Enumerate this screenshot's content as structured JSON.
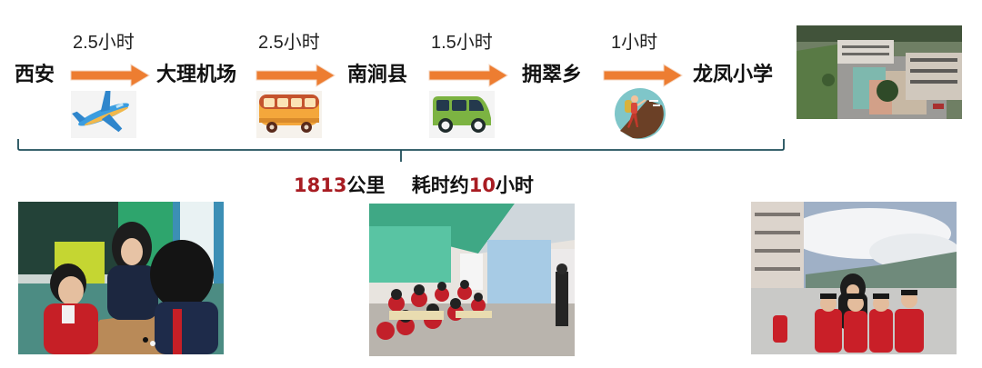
{
  "route": {
    "places": [
      "西安",
      "大理机场",
      "南涧县",
      "拥翠乡",
      "龙凤小学"
    ],
    "legs": [
      {
        "time": "2.5小时",
        "mode": "airplane-icon"
      },
      {
        "time": "2.5小时",
        "mode": "bus-icon"
      },
      {
        "time": "1.5小时",
        "mode": "van-icon"
      },
      {
        "time": "1小时",
        "mode": "hiker-icon"
      }
    ],
    "arrow_color": "#ed7d31",
    "brace_color": "#1f4e5a"
  },
  "summary": {
    "distance_value": "1813",
    "distance_unit": "公里",
    "duration_prefix": "耗时约",
    "duration_value": "10",
    "duration_unit": "小时",
    "highlight_color": "#a81c22"
  },
  "photos": [
    {
      "name": "school-aerial-photo",
      "description": "Aerial view of school buildings and courtyard"
    },
    {
      "name": "teacher-students-go-photo",
      "description": "Teacher playing Go with students"
    },
    {
      "name": "classroom-photo",
      "description": "Classroom full of students"
    },
    {
      "name": "group-photo",
      "description": "Teacher with students in red jackets outdoors"
    }
  ]
}
